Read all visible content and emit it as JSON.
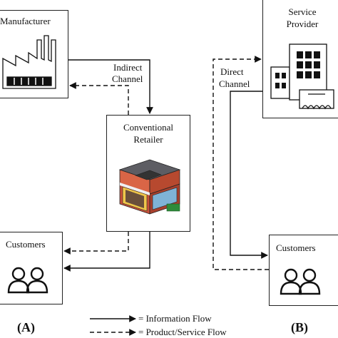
{
  "panelA": {
    "label": "(A)",
    "manufacturer": "Manufacturer",
    "retailer_line1": "Conventional",
    "retailer_line2": "Retailer",
    "customers": "Customers",
    "channel_line1": "Indirect",
    "channel_line2": "Channel"
  },
  "panelB": {
    "label": "(B)",
    "provider_line1": "Service",
    "provider_line2": "Provider",
    "customers": "Customers",
    "channel_line1": "Direct",
    "channel_line2": "Channel"
  },
  "legend": {
    "information": "= Information Flow",
    "product": "= Product/Service Flow"
  },
  "icons": [
    "factory-icon",
    "store-icon",
    "office-building-icon",
    "customers-icon"
  ]
}
